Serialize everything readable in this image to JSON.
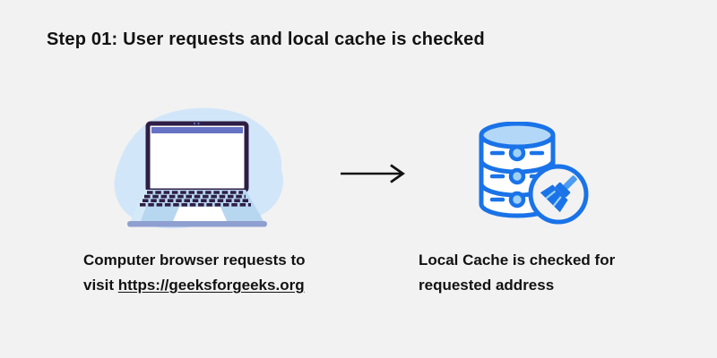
{
  "title": "Step 01: User requests and local cache is checked",
  "figures": {
    "computer": {
      "icon": "laptop-browser-illustration",
      "caption_line1": "Computer browser requests to",
      "caption_line2_prefix": "visit ",
      "caption_link_text": "https://geeksforgeeks.org"
    },
    "cache": {
      "icon": "database-cache-brush-icon",
      "caption_line1": "Local Cache is checked for",
      "caption_line2": "requested address"
    }
  },
  "arrow": {
    "icon": "right-arrow"
  },
  "colors": {
    "page_background": "#f2f2f2",
    "text": "#121212",
    "blob_blue": "#d2e6f9",
    "laptop_dark_purple": "#2e1e45",
    "laptop_toolbar_indigo": "#6672c4",
    "laptop_base_blue": "#b7d6ef",
    "laptop_base_edge": "#8e9fd0",
    "icon_blue": "#1a73e8",
    "icon_light_blue": "#b3d8f7",
    "icon_circle_fill": "#9ed1f6",
    "brush_handle_blue": "#4e9cf1"
  }
}
